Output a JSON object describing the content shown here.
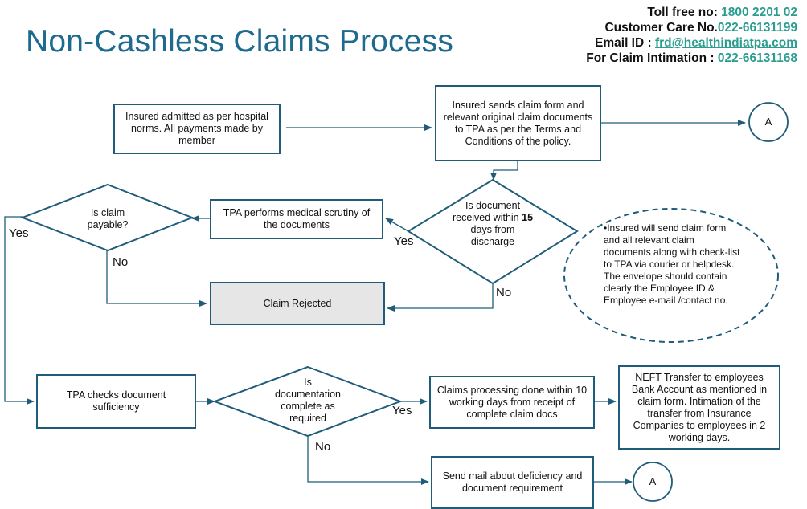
{
  "title": "Non-Cashless Claims Process",
  "contact": {
    "tollfree_label": "Toll free no:",
    "tollfree_value": "1800 2201 02",
    "care_label": "Customer Care No.",
    "care_value": "022-66131199",
    "email_label": "Email ID :",
    "email_value": "frd@healthindiatpa.com",
    "intimation_label": "For Claim Intimation :",
    "intimation_value": "022-66131168"
  },
  "nodes": {
    "admitted": "Insured admitted as per hospital norms. All payments made by member",
    "sends_form": "Insured sends claim form and relevant original claim documents to TPA as per the Terms and Conditions of the policy.",
    "connector_a_top": "A",
    "doc_received_1": "Is document received within",
    "doc_received_days": "15",
    "doc_received_2": "days from discharge",
    "scrutiny": "TPA performs medical scrutiny of the documents",
    "claim_payable": "Is claim payable?",
    "rejected": "Claim Rejected",
    "note": "•Insured will send claim form and all relevant claim documents along with check-list to TPA via courier or helpdesk. The envelope should contain clearly the Employee ID & Employee e-mail /contact no.",
    "checks_sufficiency": "TPA checks document sufficiency",
    "doc_complete": "Is documentation complete as required",
    "processing": "Claims processing done within 10 working days from receipt of complete claim docs",
    "neft": "NEFT Transfer to employees Bank Account as mentioned in claim form. Intimation of the transfer from Insurance Companies to employees in 2 working days.",
    "send_mail": "Send mail about deficiency and document requirement",
    "connector_a_bottom": "A"
  },
  "labels": {
    "yes_doc": "Yes",
    "no_doc": "No",
    "yes_payable": "Yes",
    "no_payable": "No",
    "yes_complete": "Yes",
    "no_complete": "No"
  },
  "colors": {
    "title": "#1f6b8f",
    "box_border": "#1f5c7a",
    "accent": "#2a9d8f",
    "rejected_fill": "#e6e6e6"
  }
}
